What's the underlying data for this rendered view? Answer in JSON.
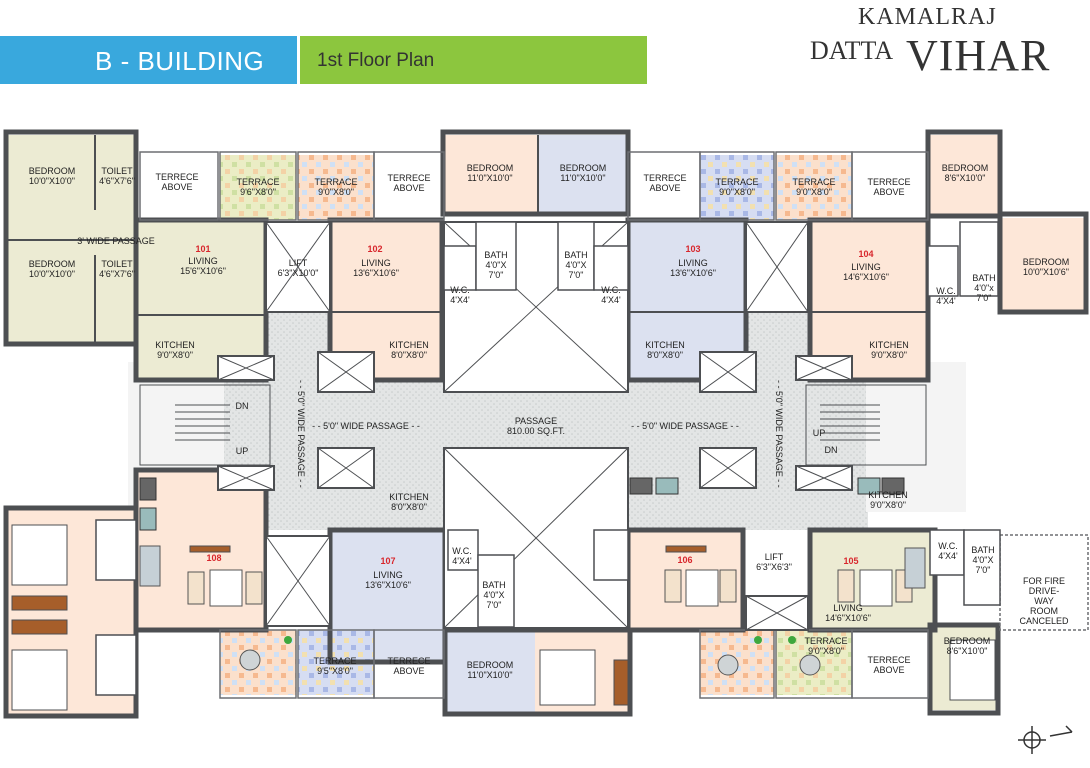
{
  "header": {
    "building": "B - BUILDING",
    "floor": "1st Floor Plan",
    "brand_top": "KAMALRAJ",
    "brand_left": "DATTA",
    "brand_right": "VIHAR"
  },
  "colors": {
    "header_blue": "#39a8dd",
    "header_green": "#8cc63e",
    "unit_101": "#ecebd3",
    "unit_102": "#fde7d8",
    "unit_103": "#dce1f0",
    "unit_104": "#fde7d8",
    "passage": "#e4e6e6",
    "wall": "#4d4f52"
  },
  "units": {
    "u101": "101",
    "u102": "102",
    "u103": "103",
    "u104": "104",
    "u105": "105",
    "u106": "106",
    "u107": "107",
    "u108": "108"
  },
  "rooms": {
    "bedroom_a": "BEDROOM\n10'0\"X10'0\"",
    "toilet_a": "TOILET\n4'6\"X7'6\"",
    "terrece_above_1": "TERRECE\nABOVE",
    "terrace_1": "TERRACE\n9'6\"X8'0\"",
    "terrace_2": "TERRACE\n9'0\"X8'0\"",
    "terrece_above_2": "TERRECE\nABOVE",
    "bedroom_102": "BEDROOM\n11'0\"X10'0\"",
    "bedroom_103": "BEDROOM\n11'0\"X10'0\"",
    "terrece_above_3": "TERRECE\nABOVE",
    "terrace_3": "TERRACE\n9'0\"X8'0\"",
    "terrace_4": "TERRACE\n9'0\"X8'0\"",
    "terrece_above_4": "TERRECE\nABOVE",
    "bedroom_104": "BEDROOM\n8'6\"X10'0\"",
    "wide_passage": "3' WIDE PASSAGE",
    "living_101": "LIVING\n15'6\"X10'6\"",
    "lift_top": "LIFT\n6'3\"X10'0\"",
    "living_102": "LIVING\n13'6\"X10'6\"",
    "bath_102": "BATH\n4'0\"X\n7'0\"",
    "wc_102": "W.C.\n4'X4'",
    "bath_103": "BATH\n4'0\"X\n7'0\"",
    "wc_103": "W.C.\n4'X4'",
    "living_103": "LIVING\n13'6\"X10'6\"",
    "living_104": "LIVING\n14'6\"X10'6\"",
    "wc_104": "W.C.\n4'X4'",
    "bath_104": "BATH\n4'0\"x\n7'0\"",
    "bedroom_104b": "BEDROOM\n10'0\"X10'6\"",
    "bedroom_b": "BEDROOM\n10'0\"X10'0\"",
    "toilet_b": "TOILET\n4'6\"X7'6\"",
    "kitchen_101": "KITCHEN\n9'0\"X8'0\"",
    "kitchen_102": "KITCHEN\n8'0\"X8'0\"",
    "kitchen_103": "KITCHEN\n8'0\"X8'0\"",
    "kitchen_104": "KITCHEN\n9'0\"X8'0\"",
    "dn_left": "DN",
    "up_left": "UP",
    "passage_left_v": "- - 5'0\" WIDE PASSAGE - -",
    "passage_left_h": "- - 5'0\" WIDE PASSAGE - -",
    "passage_center": "PASSAGE\n810.00 SQ.FT.",
    "passage_right_h": "- - 5'0\" WIDE PASSAGE - -",
    "passage_right_v": "- - 5'0\" WIDE PASSAGE - -",
    "up_right": "UP",
    "dn_right": "DN",
    "kitchen_107": "KITCHEN\n8'0\"X8'0\"",
    "kitchen_105": "KITCHEN\n9'0\"X8'0\"",
    "living_107": "LIVING\n13'6\"X10'6\"",
    "wc_107": "W.C.\n4'X4'",
    "bath_107": "BATH\n4'0\"X\n7'0\"",
    "lift_bottom": "LIFT\n6'3\"X6'3\"",
    "wc_105": "W.C.\n4'X4'",
    "bath_105": "BATH\n4'0\"X\n7'0\"",
    "fire_drive": "FOR FIRE DRIVE-WAY\nROOM CANCELED",
    "living_105": "LIVING\n14'6\"X10'6\"",
    "terrace_5": "TERRACE\n9'5\"X8'0\"",
    "terrece_above_5": "TERRECE\nABOVE",
    "bedroom_107": "BEDROOM\n11'0\"X10'0\"",
    "terrace_6": "TERRACE\n9'0\"X8'0\"",
    "terrece_above_6": "TERRECE\nABOVE",
    "bedroom_105": "BEDROOM\n8'6\"X10'0\""
  }
}
